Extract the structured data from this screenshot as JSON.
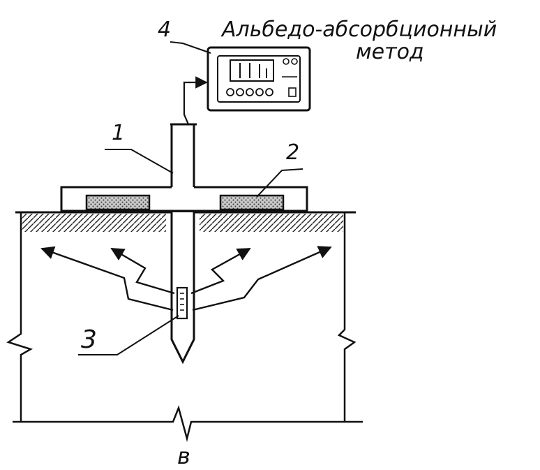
{
  "title_line1": "Альбедо-абсорбционный",
  "title_line2": "метод",
  "labels": {
    "one": "1",
    "two": "2",
    "three": "3",
    "four": "4",
    "sub": "в"
  }
}
